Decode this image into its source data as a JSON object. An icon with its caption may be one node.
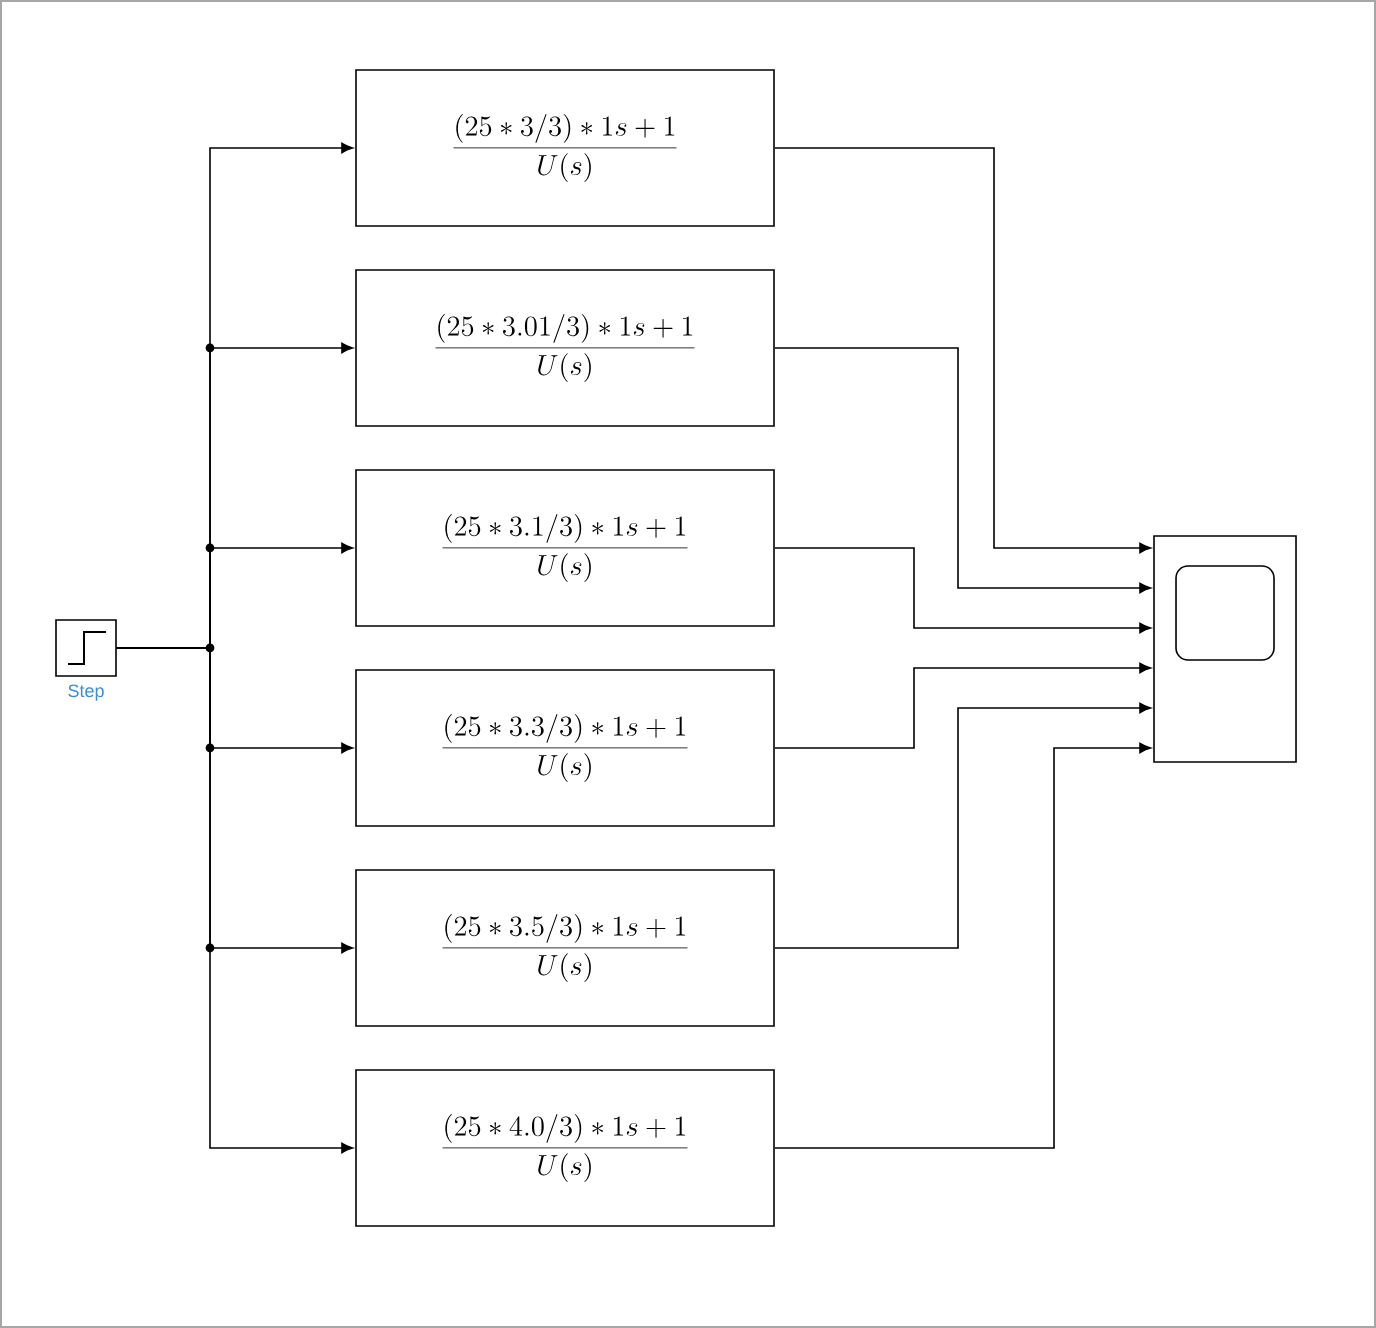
{
  "diagram": {
    "nodes": [
      {
        "text": [
          "Step"
        ]
      },
      {
        "text": [
          "\\frac{(25 * 3/3) * 1s + 1}{U(s)}"
        ]
      },
      {
        "text": [
          "\\frac{(25 * 3.01/3) * 1s + 1}{U(s)}"
        ]
      },
      {
        "text": [
          "\\frac{(25 * 3.1/3) * 1s + 1}{U(s)}"
        ]
      },
      {
        "text": [
          "\\frac{(25 * 3.3/3) * 1s + 1}{U(s)}"
        ]
      },
      {
        "text": [
          "\\frac{(25 * 3.5/3) * 1s + 1}{U(s)}"
        ]
      },
      {
        "text": [
          "\\frac{(25 * 4.0/3) * 1s + 1}{U(s)}"
        ]
      },
      {
        "text": [],
        "shape": "box"
      }
    ],
    "edges": [
      {
        "from": 0,
        "to": 1,
        "arrow": "to"
      },
      {
        "from": 0,
        "to": 2,
        "arrow": "to"
      },
      {
        "from": 0,
        "to": 3,
        "arrow": "to"
      },
      {
        "from": 0,
        "to": 4,
        "arrow": "to"
      },
      {
        "from": 0,
        "to": 5,
        "arrow": "to"
      },
      {
        "from": 0,
        "to": 6,
        "arrow": "to"
      },
      {
        "from": 1,
        "to": 7,
        "arrow": "to"
      },
      {
        "from": 2,
        "to": 7,
        "arrow": "to"
      },
      {
        "from": 3,
        "to": 7,
        "arrow": "to"
      },
      {
        "from": 4,
        "to": 7,
        "arrow": "to"
      },
      {
        "from": 5,
        "to": 7,
        "arrow": "to"
      },
      {
        "from": 6,
        "to": 7,
        "arrow": "to"
      }
    ]
  }
}
